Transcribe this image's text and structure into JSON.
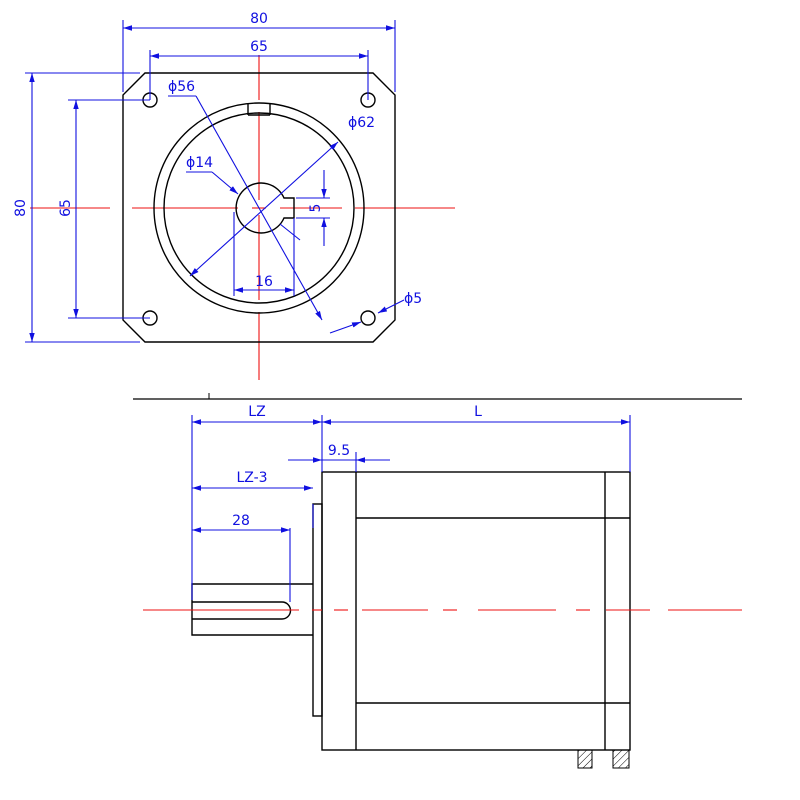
{
  "drawing": {
    "front_view": {
      "overall_width": "80",
      "hole_spacing_width": "65",
      "overall_height": "80",
      "hole_spacing_height": "65",
      "pilot_diameter": "ϕ56",
      "bore_diameter": "ϕ62",
      "shaft_diameter": "ϕ14",
      "key_height": "5",
      "shaft_length_16": "16",
      "hole_diameter": "ϕ5"
    },
    "side_view": {
      "shaft_length": "LZ",
      "body_length": "L",
      "flange_thickness": "9.5",
      "keyway_offset": "LZ-3",
      "keyway_length": "28"
    },
    "colors": {
      "object_line": "#000000",
      "dimension": "#1010e0",
      "centerline": "#ee1111"
    }
  }
}
